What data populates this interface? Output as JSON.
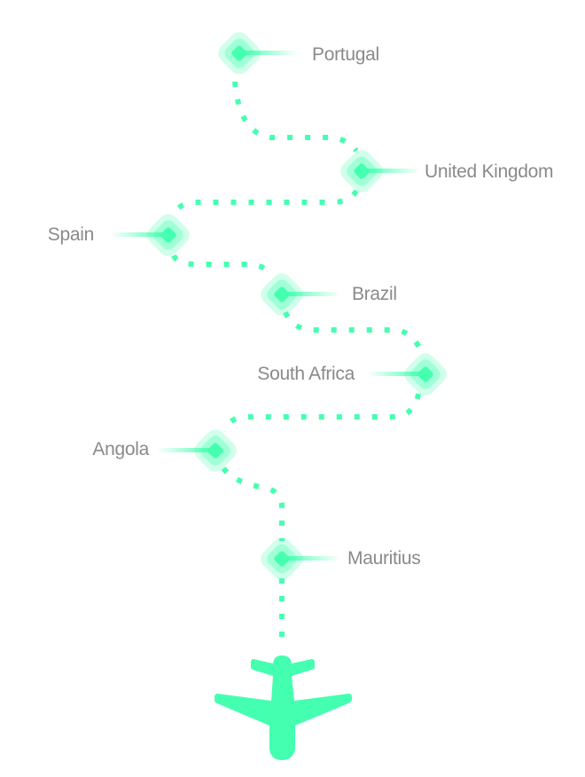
{
  "accent_color": "#45FFB0",
  "label_color": "#8a8a8a",
  "stops": [
    {
      "name": "Portugal"
    },
    {
      "name": "United Kingdom"
    },
    {
      "name": "Spain"
    },
    {
      "name": "Brazil"
    },
    {
      "name": "South Africa"
    },
    {
      "name": "Angola"
    },
    {
      "name": "Mauritius"
    }
  ],
  "icons": {
    "marker": "diamond-marker-icon",
    "vehicle": "airplane-icon"
  }
}
